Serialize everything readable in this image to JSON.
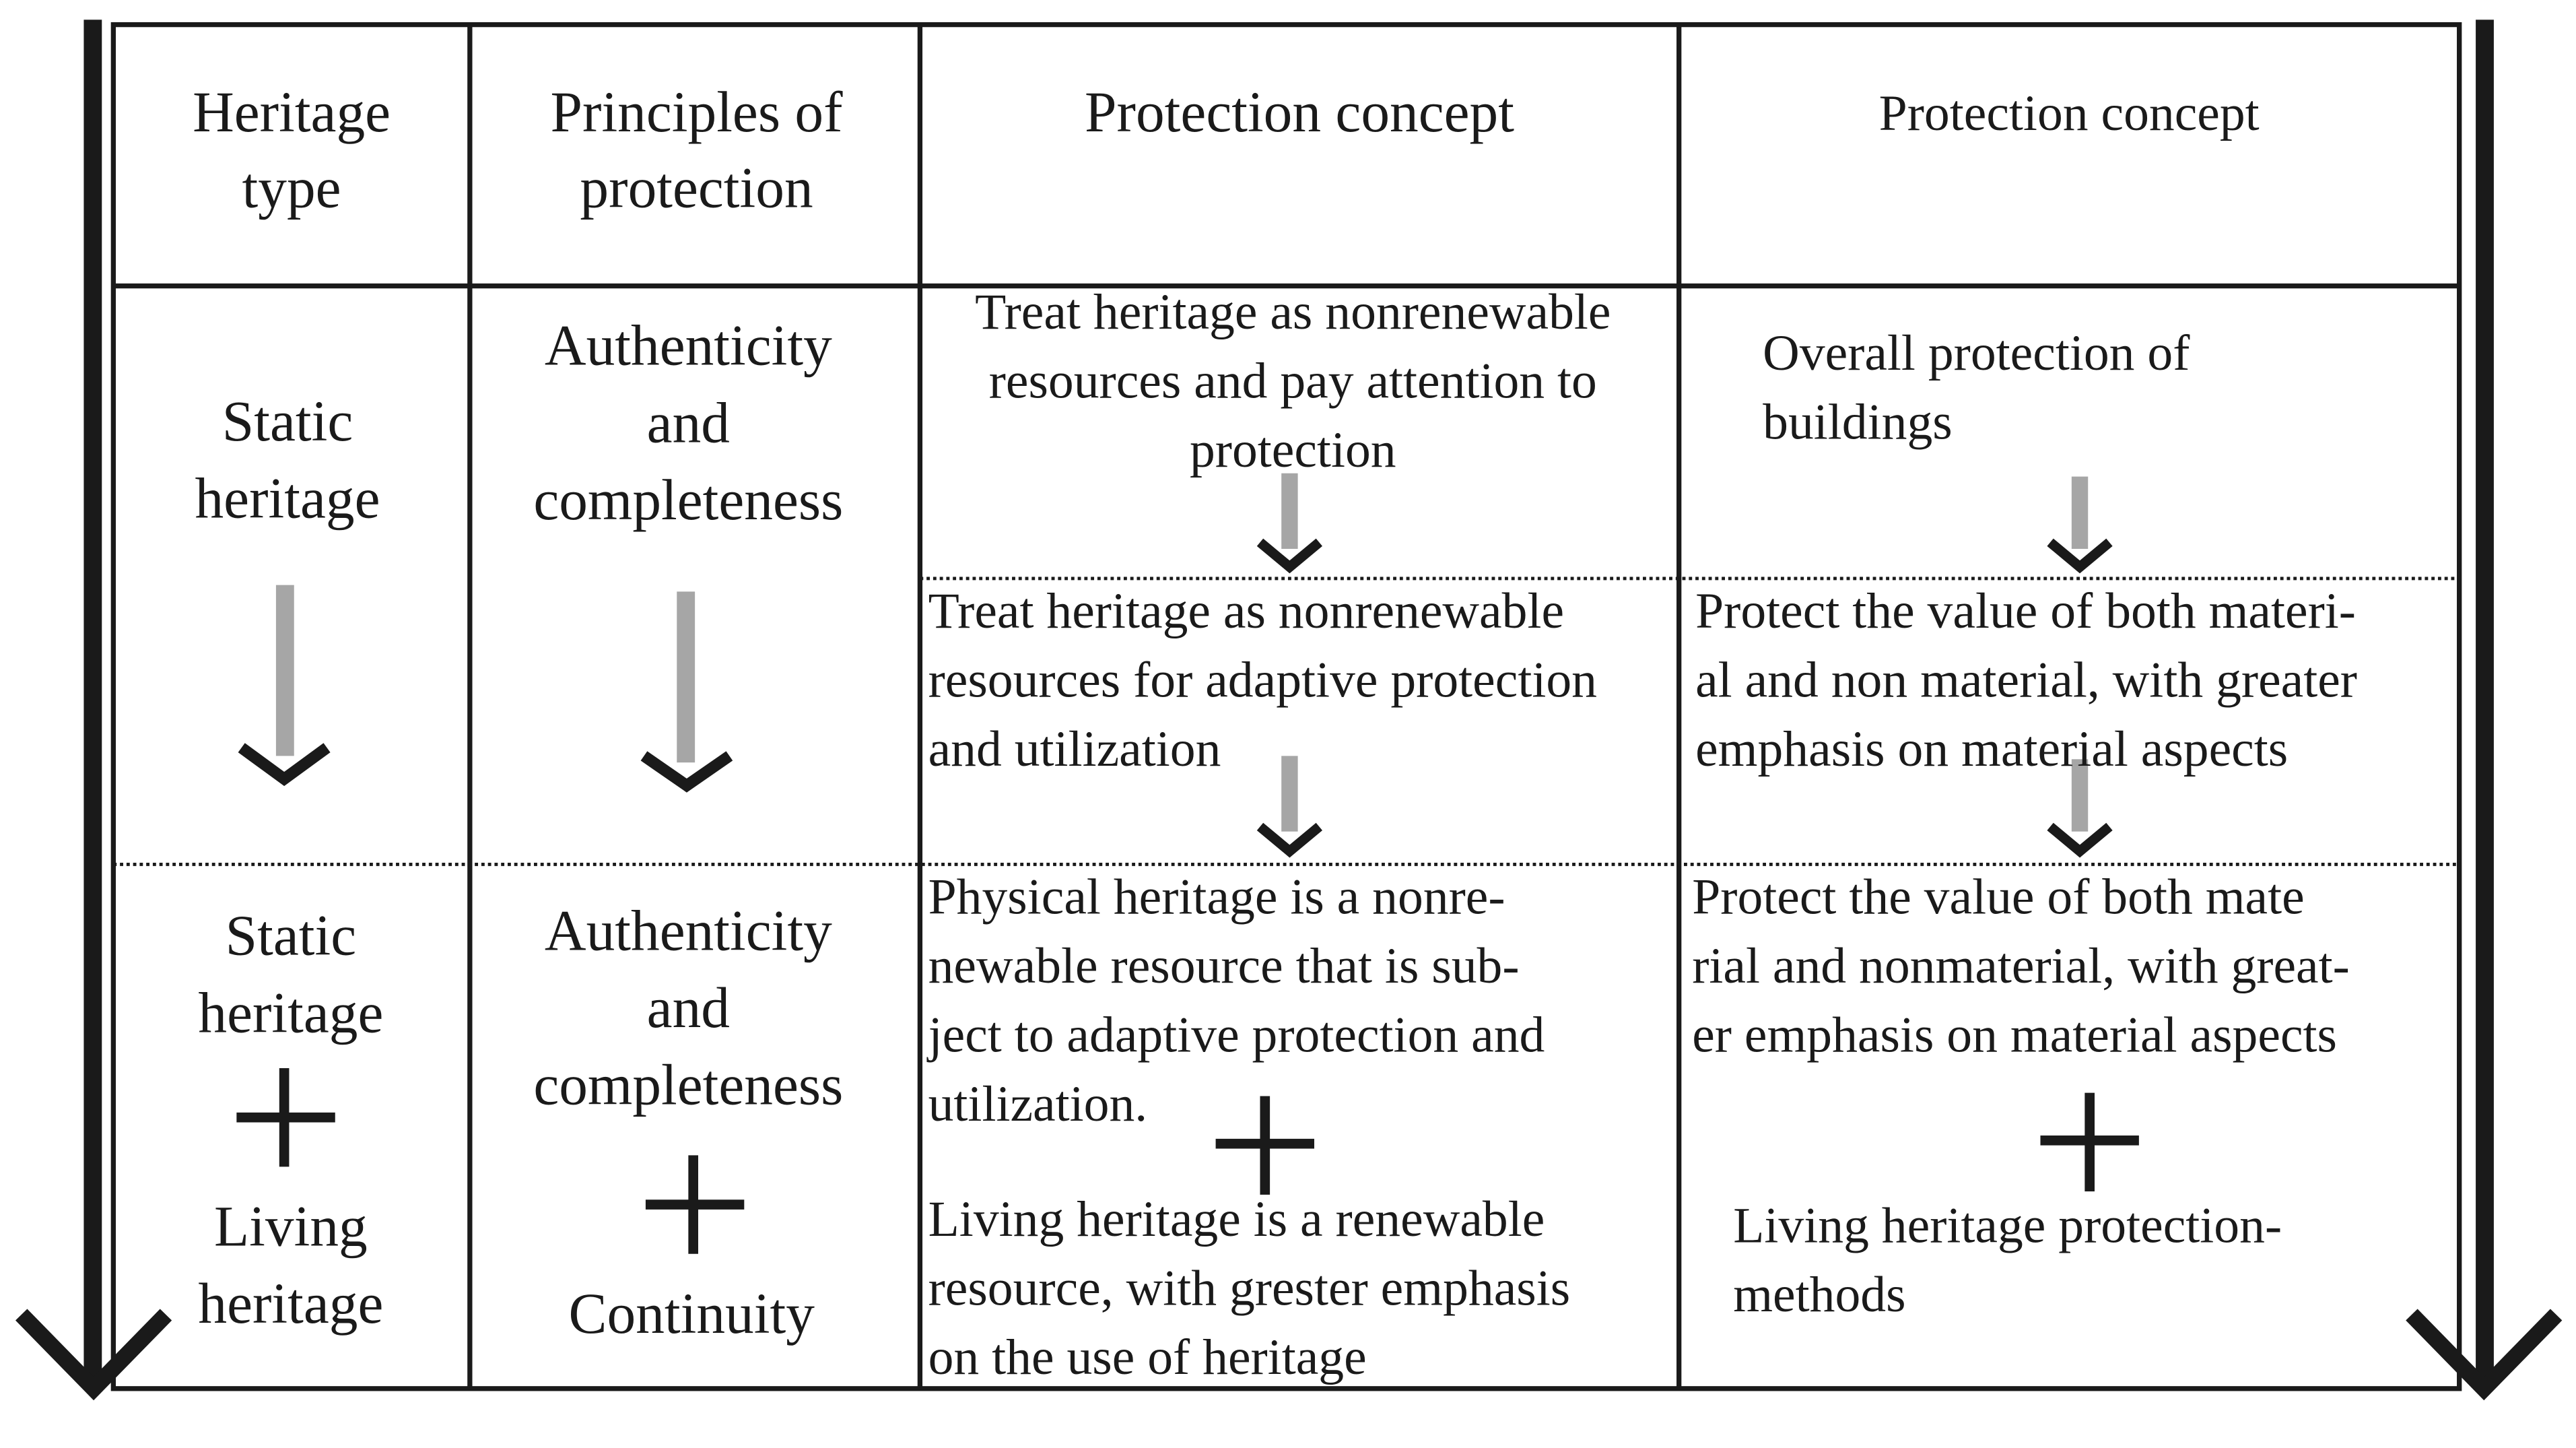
{
  "headers": {
    "heritage_type": "Heritage\ntype",
    "principles": "Principles of\nprotection",
    "concept_a": "Protection concept",
    "concept_b": "Protection concept"
  },
  "heritage_type": {
    "upper": "Static\nheritage",
    "lower_top": "Static\nheritage",
    "lower_bottom": "Living\nheritage"
  },
  "principles": {
    "upper": "Authenticity\nand\ncompleteness",
    "lower_top": "Authenticity\nand\ncompleteness",
    "lower_bottom": "Continuity"
  },
  "concept_a": {
    "stage1": "Treat heritage as nonrenewable\nresources and pay attention to\nprotection",
    "stage2": "Treat heritage as nonrenewable\nresources for adaptive protection\nand utilization",
    "stage3_top": "Physical heritage is a nonre-\nnewable resource that is sub-\nject to adaptive protection and\nutilization.",
    "stage3_bottom": "Living heritage is a renewable\nresource, with grester emphasis\non the use of heritage"
  },
  "concept_b": {
    "stage1": "Overall protection of\nbuildings",
    "stage2": "Protect the value of both materi-\nal and non material, with greater\nemphasis on material aspects",
    "stage3_top": "Protect the value of both mate\nrial and nonmaterial, with great-\ner emphasis on material aspects",
    "stage3_bottom": "Living heritage protection-\nmethods"
  },
  "colors": {
    "line": "#1a1a1a",
    "arrow_shaft": "#a6a6a6",
    "arrow_head": "#1a1a1a"
  }
}
